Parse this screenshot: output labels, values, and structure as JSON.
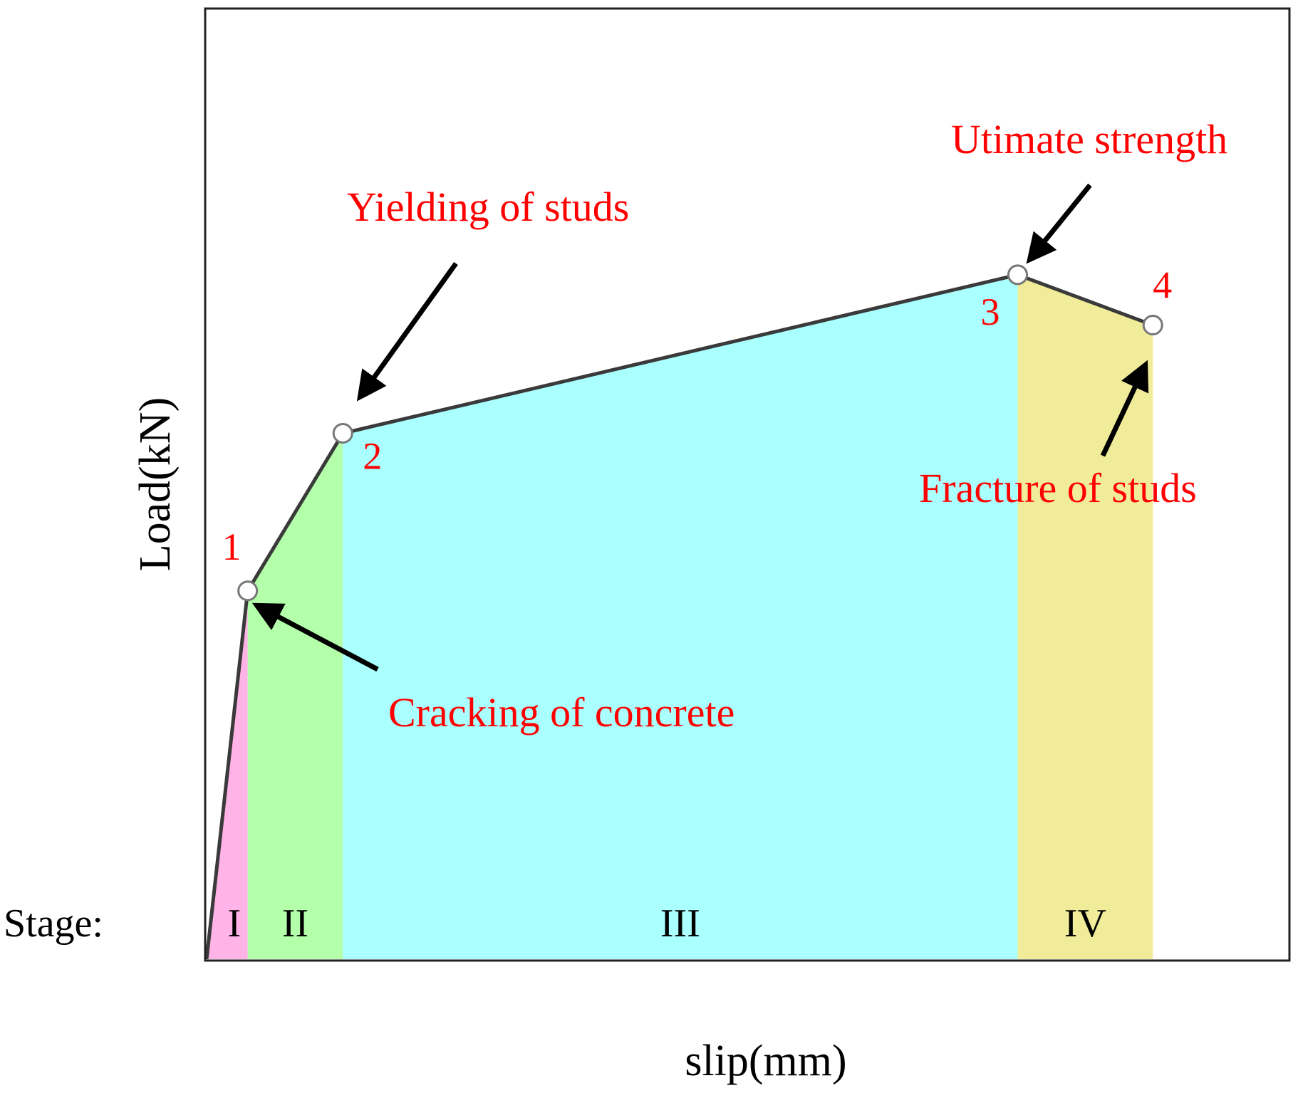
{
  "chart_data": {
    "type": "area",
    "xlabel": "slip(mm)",
    "ylabel": "Load(kN)",
    "xlim": [
      0,
      100
    ],
    "ylim": [
      0,
      100
    ],
    "grid": false,
    "legend": "none",
    "line_color": "#3a3a3a",
    "annotation_color": "#ff0000",
    "points": [
      {
        "x": 0,
        "y": 0
      },
      {
        "x": 3.8,
        "y": 38.8,
        "label": "1"
      },
      {
        "x": 12.6,
        "y": 55.4,
        "label": "2"
      },
      {
        "x": 75.0,
        "y": 72.1,
        "label": "3"
      },
      {
        "x": 87.5,
        "y": 66.8,
        "label": "4"
      }
    ],
    "stages_title": "Stage:",
    "stages": [
      {
        "label": "I",
        "from": 0,
        "to": 3.8,
        "color": "#ffb3e6"
      },
      {
        "label": "II",
        "from": 3.8,
        "to": 12.6,
        "color": "#b3ffaa"
      },
      {
        "label": "III",
        "from": 12.6,
        "to": 75.0,
        "color": "#aaffff"
      },
      {
        "label": "IV",
        "from": 75.0,
        "to": 87.5,
        "color": "#f0ec99"
      }
    ],
    "annotations": [
      {
        "point": 1,
        "text": "Cracking of concrete"
      },
      {
        "point": 2,
        "text": "Yielding of studs"
      },
      {
        "point": 3,
        "text": "Utimate strength"
      },
      {
        "point": 4,
        "text": "Fracture of studs"
      }
    ]
  }
}
